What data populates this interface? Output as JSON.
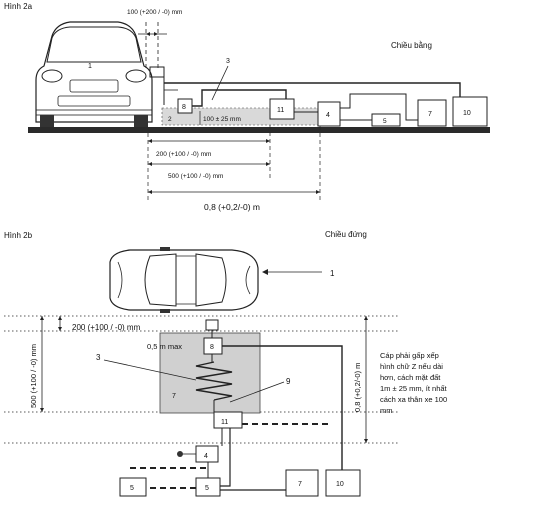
{
  "fig2a": {
    "title": "Hình 2a",
    "view_label": "Chiều bằng",
    "dim_top": "100 (+200 / -0) mm",
    "dim_mid": "200 (+100 / -0) mm",
    "dim_500": "500 (+100 / -0) mm",
    "dim_08": "0,8 (+0,2/-0) m",
    "dim_inner": "100 ± 25 mm",
    "car_label": "1",
    "n2": "2",
    "n3": "3",
    "n4": "4",
    "n5": "5",
    "n7": "7",
    "n8": "8",
    "n10": "10",
    "n11": "11"
  },
  "fig2b": {
    "title": "Hình 2b",
    "view_label": "Chiều đứng",
    "car_label": "1",
    "dim_200": "200 (+100 / -0) mm",
    "dim_05": "0,5 m max",
    "dim_500v": "500 (+100 / -0) mm",
    "dim_08v": "0,8 (+0,2/-0) m",
    "note_lines": [
      "Cáp phải gấp xếp",
      "hình chữ Z nếu dài",
      "hơn, cách mặt đất",
      "1m ± 25 mm, ít nhất",
      "cách xa thân xe 100",
      "mm"
    ],
    "n3": "3",
    "n4": "4",
    "n5a": "5",
    "n5b": "5",
    "n7": "7",
    "n8": "8",
    "n9": "9",
    "n10": "10",
    "n11": "11",
    "n7inner": "7"
  }
}
